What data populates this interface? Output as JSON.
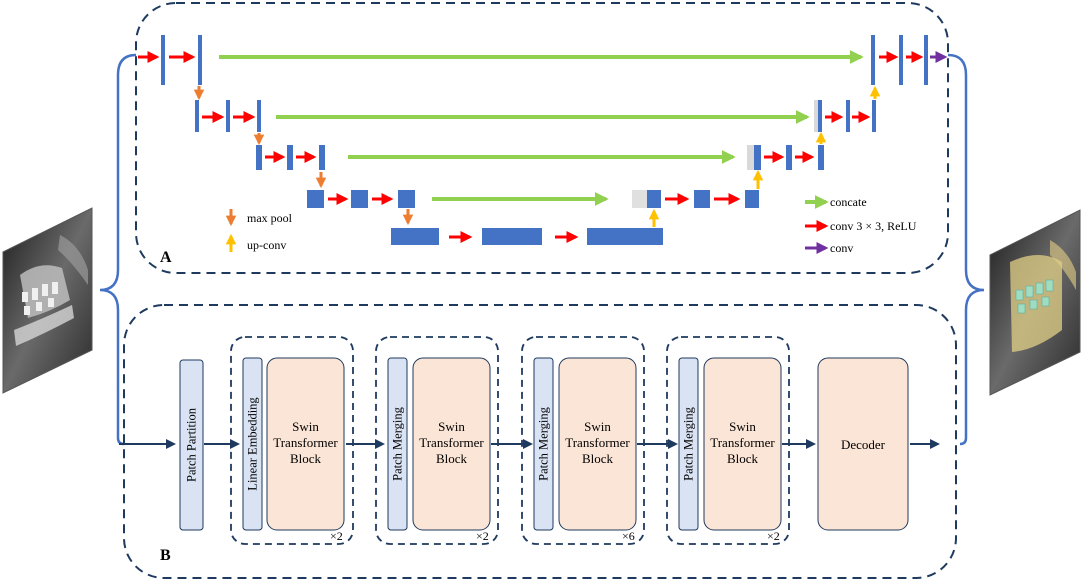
{
  "panel_a": {
    "label": "A",
    "legend": {
      "max_pool": "max pool",
      "up_conv": "up-conv",
      "concate": "concate",
      "conv3": "conv 3 × 3,  ReLU",
      "conv": "conv"
    }
  },
  "panel_b": {
    "label": "B",
    "patch_partition": "Patch Partition",
    "linear_embedding": "Linear Embedding",
    "patch_merging": "Patch Merging",
    "swin_line1": "Swin",
    "swin_line2": "Transformer",
    "swin_line3": "Block",
    "decoder": "Decoder",
    "stage_repeats": [
      "×2",
      "×2",
      "×6",
      "×2"
    ]
  },
  "colors": {
    "dashed_border": "#1f3a5f",
    "unet_block": "#4472c4",
    "conv_arrow": "#ff0000",
    "concat_arrow": "#92d050",
    "maxpool_arrow": "#ed7d31",
    "upconv_arrow": "#ffc000",
    "final_conv_arrow": "#7030a0",
    "swin_block_fill": "#fbe5d6",
    "embed_fill": "#dae3f3",
    "flow_arrow": "#1f3a5f",
    "brace": "#4472c4"
  }
}
